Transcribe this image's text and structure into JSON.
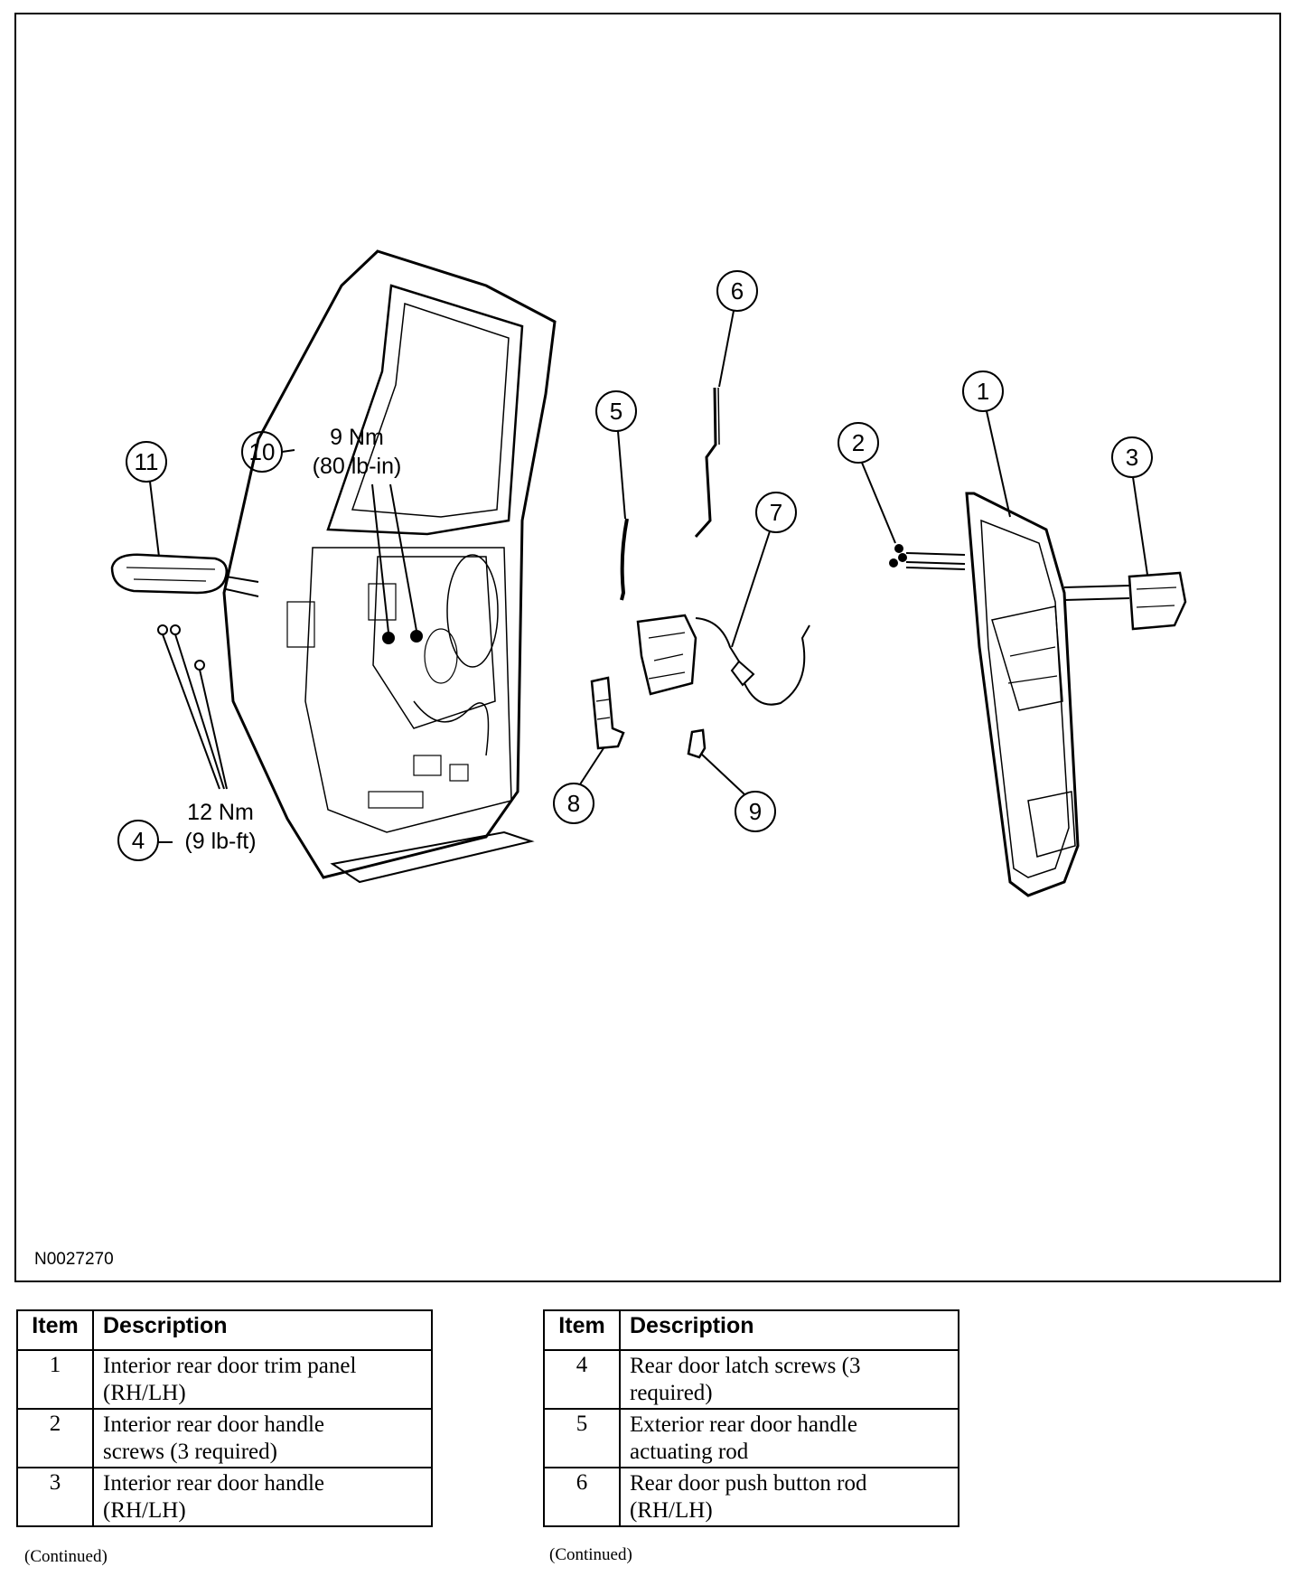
{
  "figure_id": "N0027270",
  "callouts": [
    "1",
    "2",
    "3",
    "4",
    "5",
    "6",
    "7",
    "8",
    "9",
    "10",
    "11"
  ],
  "torque_specs": {
    "latch_screws": {
      "line1": "12 Nm",
      "line2": "(9 lb-ft)"
    },
    "handle_screws": {
      "line1": "9 Nm",
      "line2": "(80 lb-in)"
    }
  },
  "legend_headers": {
    "item": "Item",
    "description": "Description"
  },
  "legend_left": [
    {
      "item": "1",
      "description_lines": [
        "Interior rear door trim panel",
        "(RH/LH)"
      ]
    },
    {
      "item": "2",
      "description_lines": [
        "Interior rear door handle",
        "screws (3 required)"
      ]
    },
    {
      "item": "3",
      "description_lines": [
        "Interior rear door handle",
        "(RH/LH)"
      ]
    }
  ],
  "legend_right": [
    {
      "item": "4",
      "description_lines": [
        "Rear door latch screws (3",
        "required)"
      ]
    },
    {
      "item": "5",
      "description_lines": [
        "Exterior rear door handle",
        "actuating rod"
      ]
    },
    {
      "item": "6",
      "description_lines": [
        "Rear door push button rod",
        "(RH/LH)"
      ]
    }
  ],
  "continued_label": "(Continued)"
}
